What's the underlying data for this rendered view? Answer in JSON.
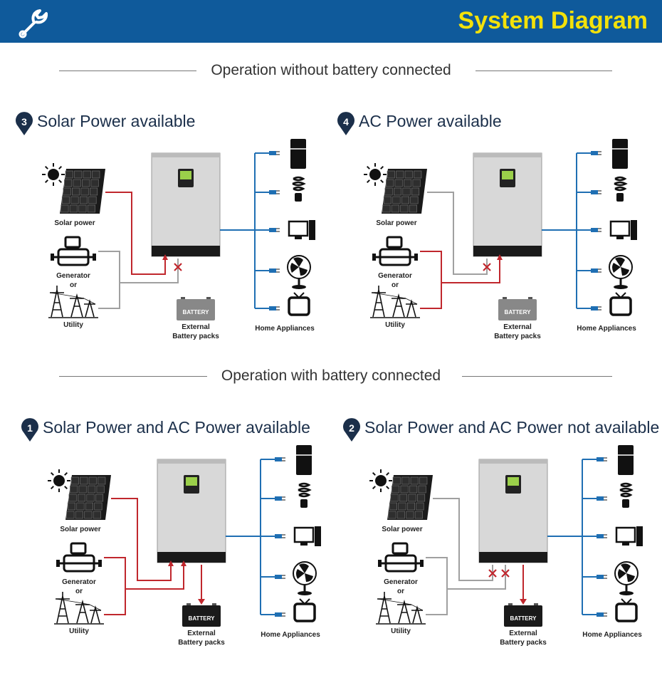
{
  "header": {
    "title": "System Diagram",
    "icon": "wrench-icon",
    "bg_color": "#0f5a9b",
    "title_color": "#f3e10a"
  },
  "sections": {
    "without": "Operation without battery connected",
    "with": "Operation with battery connected"
  },
  "panels": [
    {
      "number": "3",
      "title": "Solar Power available",
      "solar": "Solar power",
      "generator": "Generator",
      "or": "or",
      "utility": "Utility",
      "battery": "BATTERY",
      "external": "External",
      "packs": "Battery packs",
      "home": "Home Appliances"
    },
    {
      "number": "4",
      "title": "AC Power available",
      "solar": "Solar power",
      "generator": "Generator",
      "or": "or",
      "utility": "Utility",
      "battery": "BATTERY",
      "external": "External",
      "packs": "Battery packs",
      "home": "Home Appliances"
    },
    {
      "number": "1",
      "title": "Solar Power and AC Power available",
      "solar": "Solar power",
      "generator": "Generator",
      "or": "or",
      "utility": "Utility",
      "battery": "BATTERY",
      "external": "External",
      "packs": "Battery packs",
      "home": "Home Appliances"
    },
    {
      "number": "2",
      "title": "Solar Power and AC Power not available",
      "solar": "Solar power",
      "generator": "Generator",
      "or": "or",
      "utility": "Utility",
      "battery": "BATTERY",
      "external": "External",
      "packs": "Battery packs",
      "home": "Home Appliances"
    }
  ],
  "colors": {
    "active_line": "#c0272d",
    "inactive_line": "#a0a0a0",
    "load_line": "#1f6fb3"
  }
}
